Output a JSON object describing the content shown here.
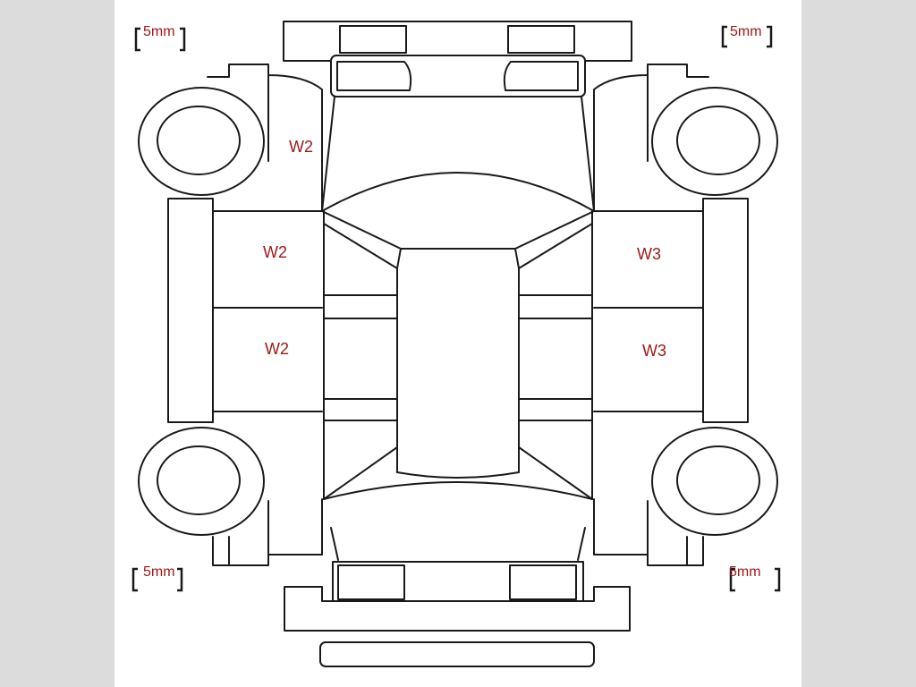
{
  "scale_labels": {
    "top_left": "5mm",
    "top_right": "5mm",
    "bottom_left": "5mm",
    "bottom_right": "5mm"
  },
  "damage_marks": {
    "front_left_fender": "W2",
    "left_front_door": "W2",
    "left_rear_door": "W2",
    "right_front_door": "W3",
    "right_rear_door": "W3"
  },
  "colors": {
    "mark_text": "#a01818",
    "outline": "#1a1a1a",
    "paper": "#ffffff",
    "backdrop": "#dcdcdc"
  }
}
